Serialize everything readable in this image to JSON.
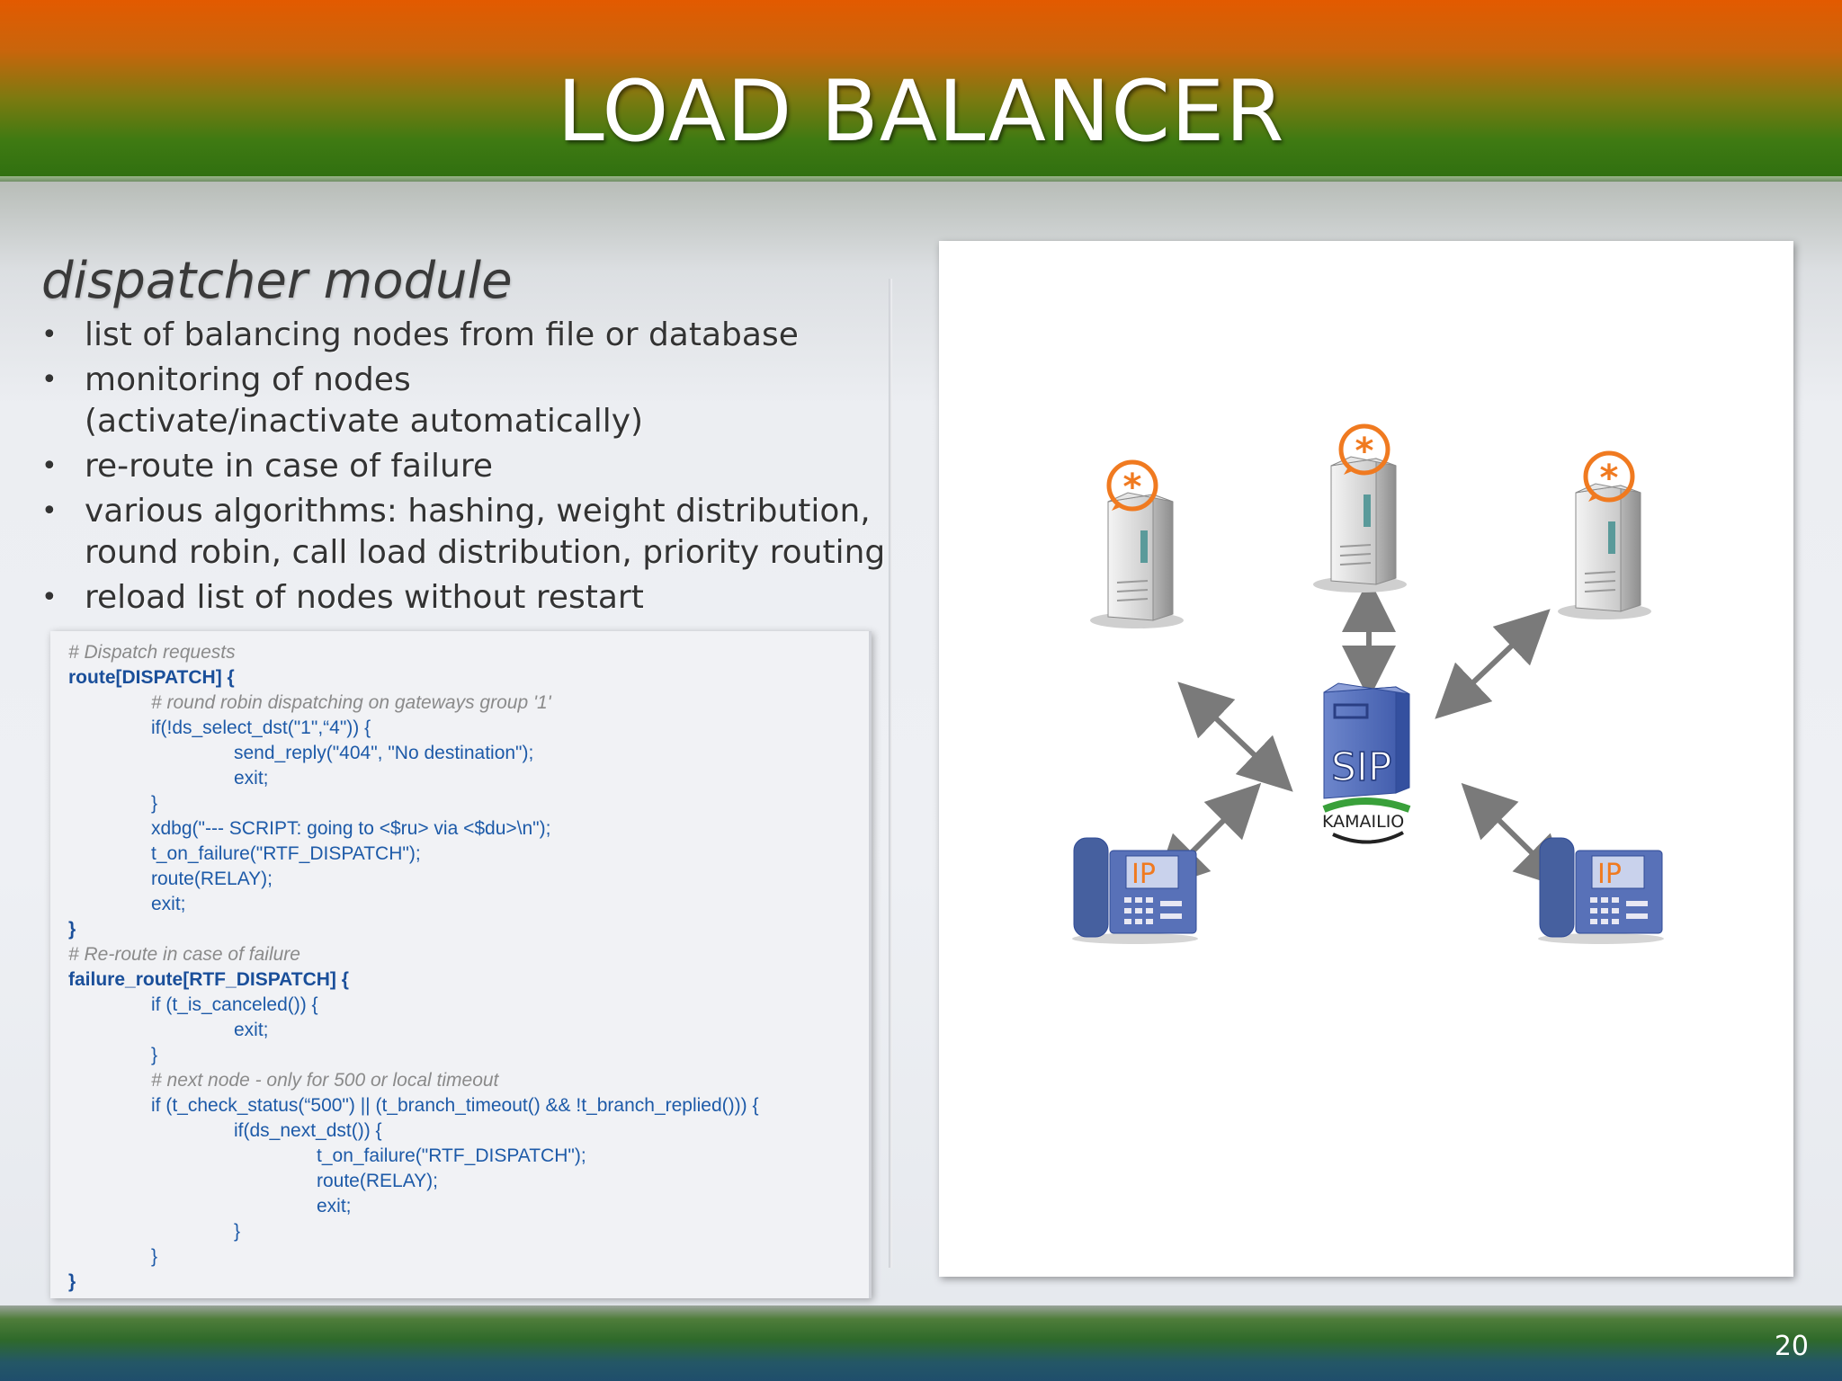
{
  "slide": {
    "title": "LOAD BALANCER",
    "subtitle": "dispatcher module",
    "page_number": "20"
  },
  "bullets": [
    "list of balancing nodes from file or database",
    "monitoring of nodes (activate/inactivate automatically)",
    "re-route in case of failure",
    "various algorithms: hashing, weight distribution, round robin, call load distribution, priority routing",
    "reload list of nodes without restart"
  ],
  "code": [
    {
      "text": "# Dispatch requests",
      "indent": 0,
      "style": "comment"
    },
    {
      "text": "route[DISPATCH] {",
      "indent": 0,
      "style": "bold"
    },
    {
      "text": "# round robin dispatching on gateways group '1'",
      "indent": 1,
      "style": "comment"
    },
    {
      "text": "if(!ds_select_dst(\"1\",“4\")) {",
      "indent": 1,
      "style": "code"
    },
    {
      "text": "send_reply(\"404\", \"No destination\");",
      "indent": 2,
      "style": "code"
    },
    {
      "text": "exit;",
      "indent": 2,
      "style": "code"
    },
    {
      "text": "}",
      "indent": 1,
      "style": "code"
    },
    {
      "text": "xdbg(\"--- SCRIPT: going to <$ru> via <$du>\\n\");",
      "indent": 1,
      "style": "code"
    },
    {
      "text": "t_on_failure(\"RTF_DISPATCH\");",
      "indent": 1,
      "style": "code"
    },
    {
      "text": "route(RELAY);",
      "indent": 1,
      "style": "code"
    },
    {
      "text": "exit;",
      "indent": 1,
      "style": "code"
    },
    {
      "text": "}",
      "indent": 0,
      "style": "bold"
    },
    {
      "text": "# Re-route in case of failure",
      "indent": 0,
      "style": "comment"
    },
    {
      "text": "failure_route[RTF_DISPATCH] {",
      "indent": 0,
      "style": "bold"
    },
    {
      "text": "if (t_is_canceled()) {",
      "indent": 1,
      "style": "code"
    },
    {
      "text": "exit;",
      "indent": 2,
      "style": "code"
    },
    {
      "text": "}",
      "indent": 1,
      "style": "code"
    },
    {
      "text": "# next node - only for 500 or local timeout",
      "indent": 1,
      "style": "comment"
    },
    {
      "text": "if (t_check_status(“500\") || (t_branch_timeout() && !t_branch_replied())) {",
      "indent": 1,
      "style": "code"
    },
    {
      "text": "if(ds_next_dst()) {",
      "indent": 2,
      "style": "code"
    },
    {
      "text": "t_on_failure(\"RTF_DISPATCH\");",
      "indent": 3,
      "style": "code"
    },
    {
      "text": "route(RELAY);",
      "indent": 3,
      "style": "code"
    },
    {
      "text": "exit;",
      "indent": 3,
      "style": "code"
    },
    {
      "text": "}",
      "indent": 2,
      "style": "code"
    },
    {
      "text": "}",
      "indent": 1,
      "style": "code"
    },
    {
      "text": "}",
      "indent": 0,
      "style": "bold"
    }
  ],
  "diagram": {
    "center_label": "SIP",
    "brand_label": "KAMAILIO",
    "phone_label": "IP",
    "servers": [
      "asterisk-server",
      "asterisk-server",
      "asterisk-server"
    ],
    "phones": [
      "ip-phone",
      "ip-phone"
    ],
    "colors": {
      "asterisk": "#f07a20",
      "arrow": "#7a7a7a",
      "sip_box": "#4a66b3",
      "phone": "#5871b8"
    }
  }
}
